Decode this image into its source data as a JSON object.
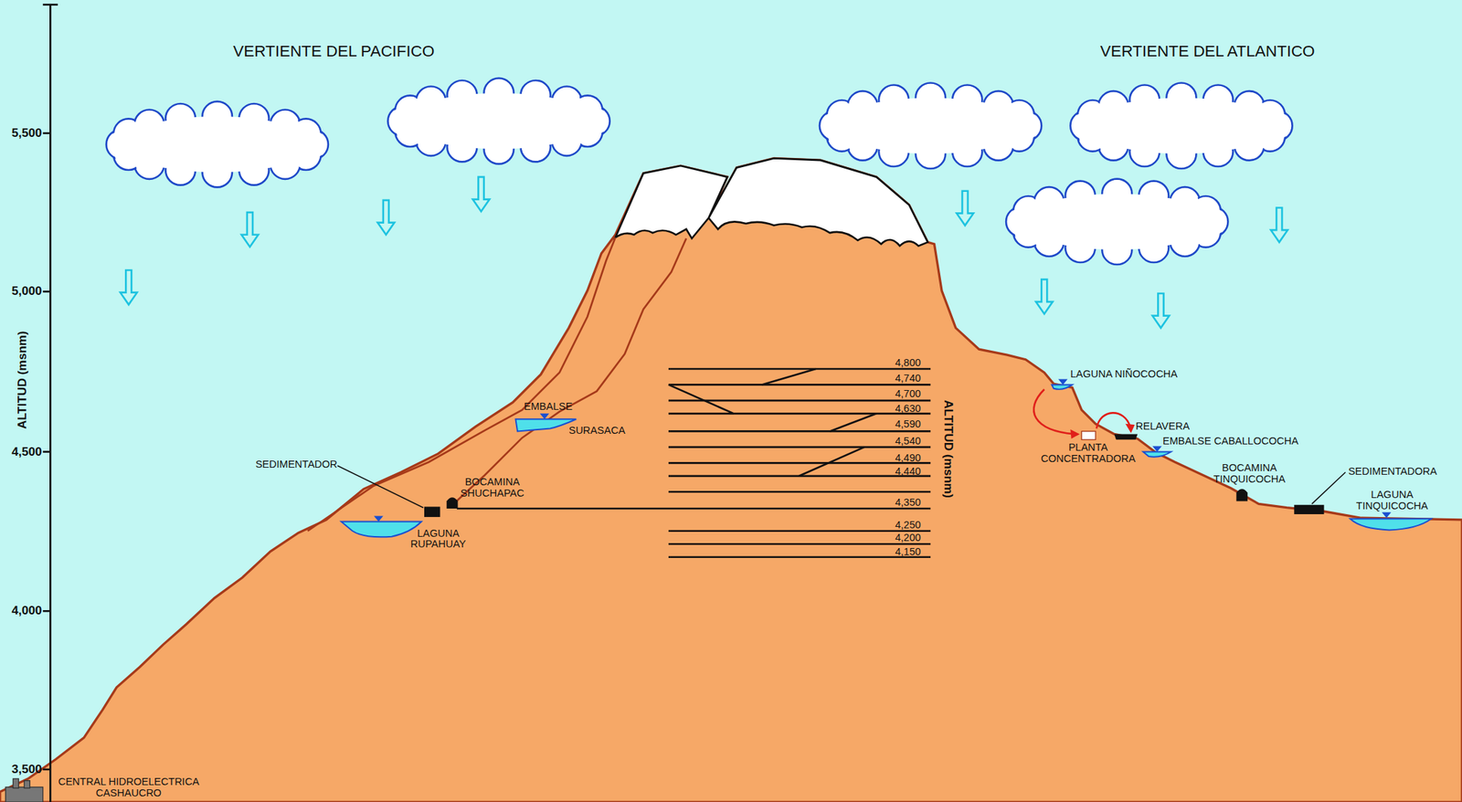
{
  "diagram": {
    "labels": [
      "VERTIENTE DEL PACIFICO",
      "VERTIENTE DEL ATLANTICO",
      "5,500",
      "5,000",
      "4,500",
      "4,000",
      "3,500",
      "ALTITUD (msnm)",
      "4,800",
      "4,740",
      "4,700",
      "4,630",
      "4,590",
      "4,540",
      "4,490",
      "4,440",
      "4,350",
      "4,250",
      "4,200",
      "4,150",
      "ALTITUD (msnm)",
      "EMBALSE",
      "SURASACA",
      "SEDIMENTADOR",
      "BOCAMINA SHUCHAPAC",
      "LAGUNA RUPAHUAY",
      "CENTRAL HIDROELECTRICA CASHAUCRO",
      "LAGUNA NIÑOCOCHA",
      "PLANTA CONCENTRADORA",
      "RELAVERA",
      "EMBALSE CABALLOCOCHA",
      "BOCAMINA TINQUICOCHA",
      "SEDIMENTADORA",
      "LAGUNA TINQUICOCHA"
    ]
  }
}
